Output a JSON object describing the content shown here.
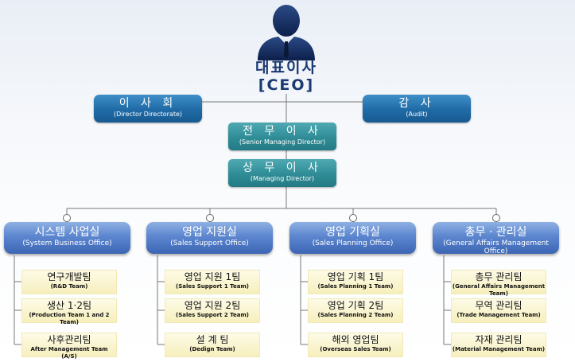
{
  "ceo": {
    "title": "대표이사",
    "title_en": "[CEO]"
  },
  "board": {
    "ko": "이 사 회",
    "en": "(Director Directorate)"
  },
  "audit": {
    "ko": "감    사",
    "en": "(Audit)"
  },
  "senior": {
    "ko": "전 무 이 사",
    "en": "(Senior Managing Director)"
  },
  "managing": {
    "ko": "상 무 이 사",
    "en": "(Managing Director)"
  },
  "departments": [
    {
      "ko": "시스템 사업실",
      "en": "(System Business Office)",
      "teams": [
        {
          "ko": "연구개발팀",
          "en": "(R&D Team)"
        },
        {
          "ko": "생산 1·2팀",
          "en": "(Production Team 1 and 2 Team)"
        },
        {
          "ko": "사후관리팀",
          "en": "After Management Team (A/S)"
        }
      ]
    },
    {
      "ko": "영업 지원실",
      "en": "(Sales Support Office)",
      "teams": [
        {
          "ko": "영업 지원 1팀",
          "en": "(Sales Support 1 Team)"
        },
        {
          "ko": "영업 지원 2팀",
          "en": "(Sales Support 2 Team)"
        },
        {
          "ko": "설 계 팀",
          "en": "(Dedign Team)"
        }
      ]
    },
    {
      "ko": "영업 기획실",
      "en": "(Sales Planning Office)",
      "teams": [
        {
          "ko": "영업 기획 1팀",
          "en": "(Sales Planning 1 Team)"
        },
        {
          "ko": "영업 기획 2팀",
          "en": "(Sales Planning 2 Team)"
        },
        {
          "ko": "해외 영업팀",
          "en": "(Overseas Sales Team)"
        }
      ]
    },
    {
      "ko": "총무 · 관리실",
      "en": "(General Affairs Management Office)",
      "teams": [
        {
          "ko": "총무 관리팀",
          "en": "(General Affairs Management Team)"
        },
        {
          "ko": "무역 관리팀",
          "en": "(Trade Management Team)"
        },
        {
          "ko": "자재 관리팀",
          "en": "(Material Management Team)"
        }
      ]
    }
  ]
}
